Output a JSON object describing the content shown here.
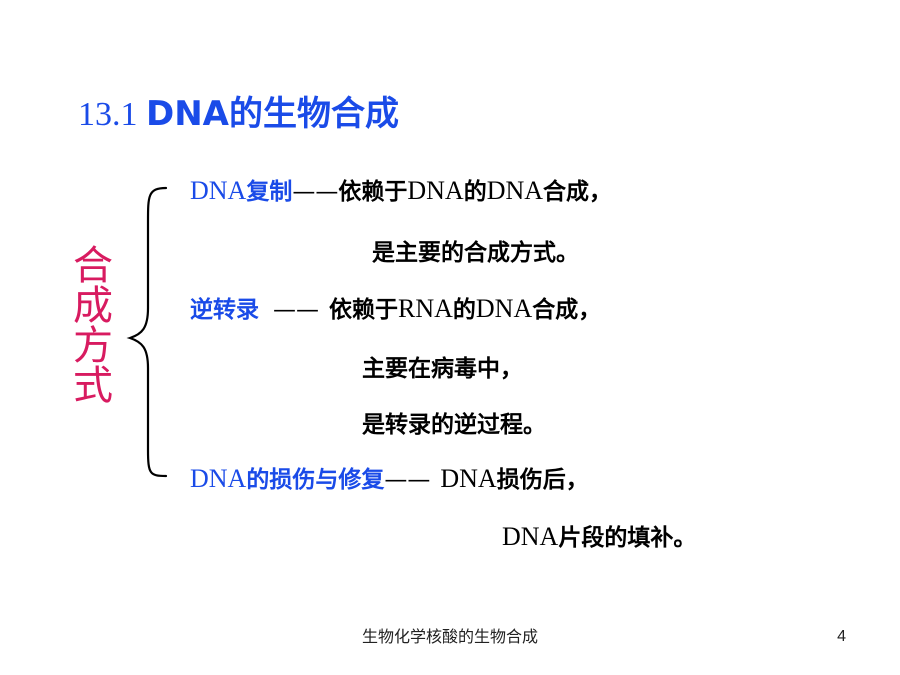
{
  "slide": {
    "title_number": "13.1 ",
    "title_text": "DNA的生物合成",
    "side_label": [
      "合",
      "成",
      "方",
      "式"
    ],
    "items": [
      {
        "term_latin": "DNA",
        "term_cjk": "复制",
        "dash": "——",
        "desc_1": "依赖于",
        "desc_latin_1": "DNA",
        "desc_2": "的",
        "desc_latin_2": "DNA",
        "desc_3": "合成，",
        "cont": "是主要的合成方式。"
      },
      {
        "term_cjk": "逆转录",
        "dash": "——",
        "desc_1": "依赖于",
        "desc_latin_1": "RNA",
        "desc_2": "的",
        "desc_latin_2": "DNA",
        "desc_3": "合成，",
        "cont_1": "主要在病毒中，",
        "cont_2": "是转录的逆过程。"
      },
      {
        "term_latin": "DNA",
        "term_cjk": "的损伤与修复",
        "dash": "——",
        "desc_latin_1": "DNA",
        "desc_1": "损伤后，",
        "cont_latin": "DNA",
        "cont": "片段的填补。"
      }
    ]
  },
  "footer": {
    "caption": "生物化学核酸的生物合成",
    "page_number": "4"
  },
  "colors": {
    "title": "#1a4be8",
    "side_label": "#d81b60",
    "body_text": "#000000"
  }
}
